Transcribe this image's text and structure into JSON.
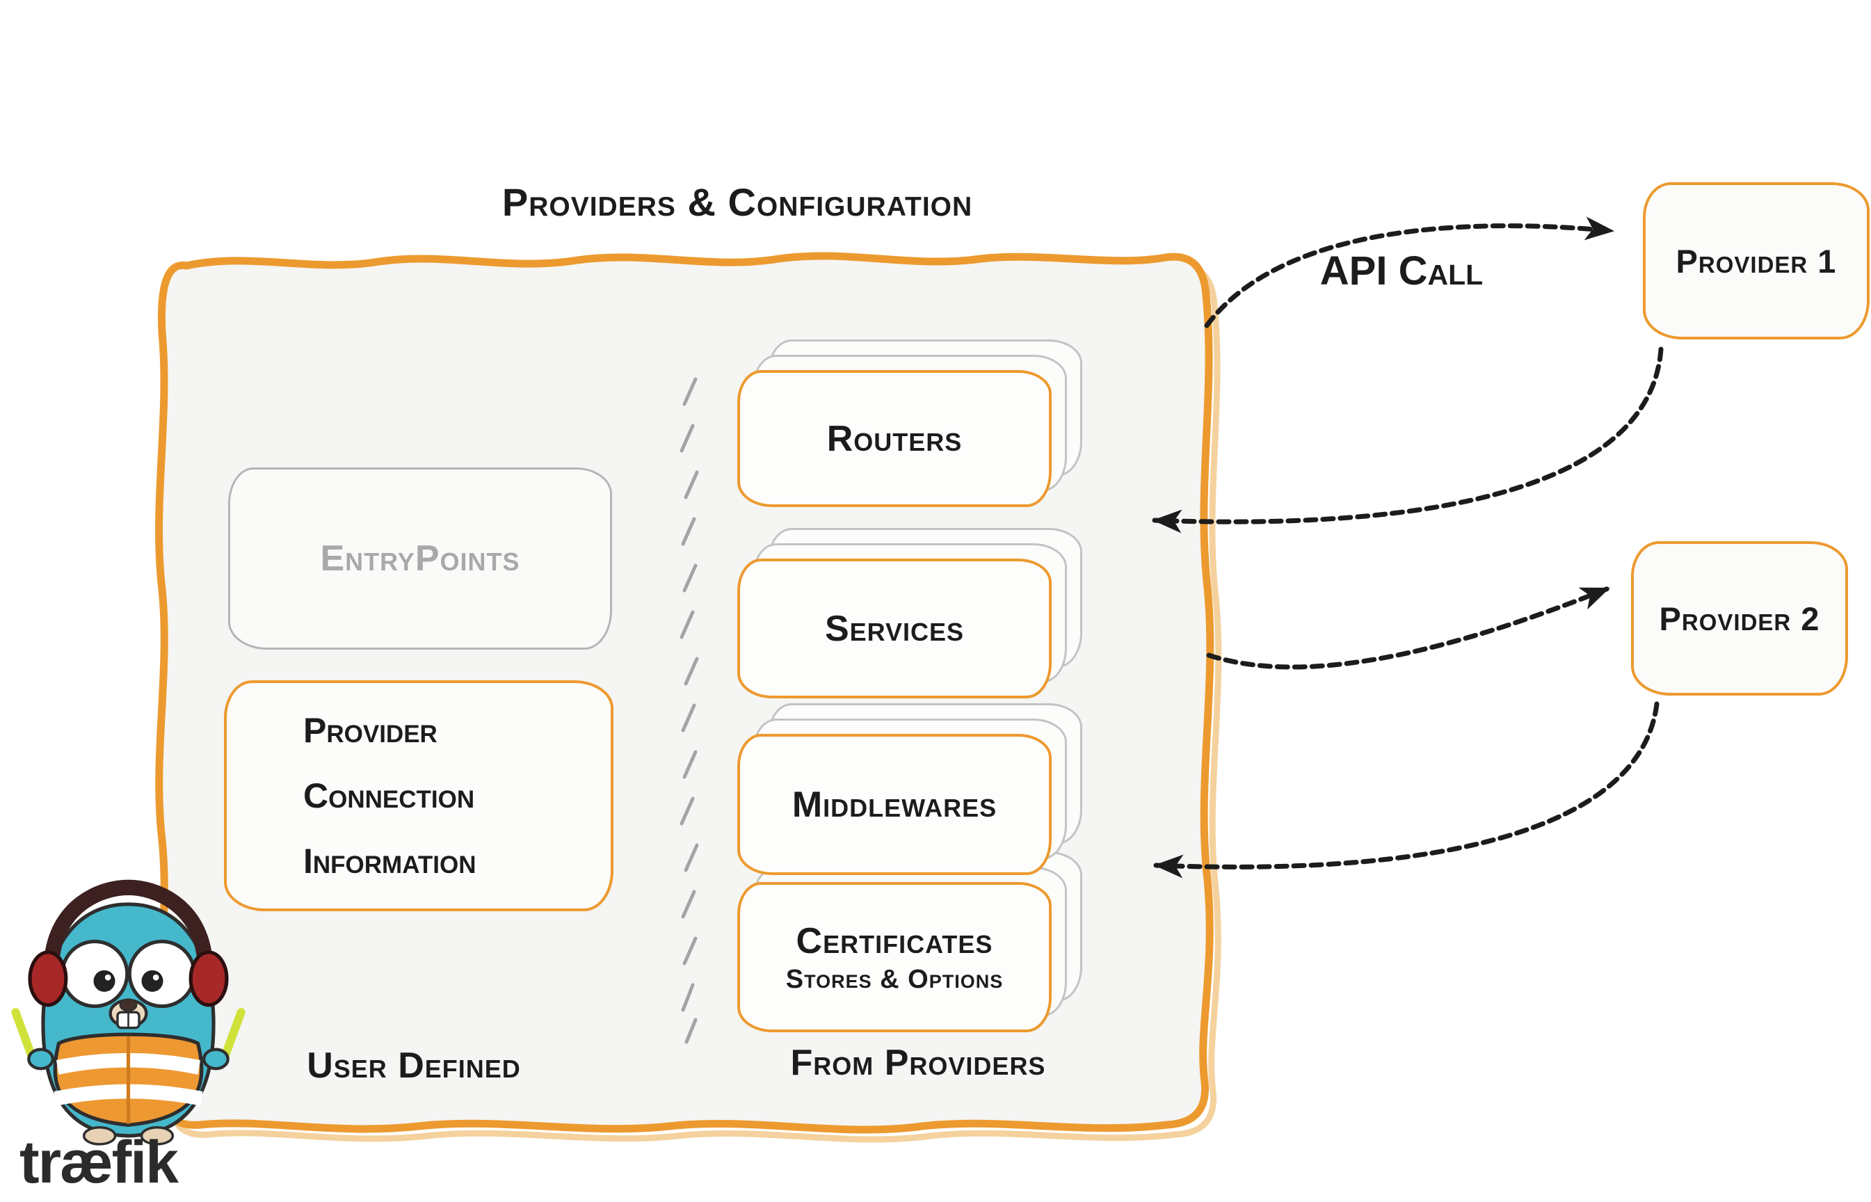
{
  "title": "Providers & Configuration",
  "api_call": "API Call",
  "user_defined": {
    "entrypoints": "EntryPoints",
    "provider_connection_lines": [
      "Provider",
      "Connection",
      "Information"
    ],
    "caption": "User Defined"
  },
  "from_providers": {
    "caption": "From Providers",
    "cards": [
      {
        "label": "Routers"
      },
      {
        "label": "Services"
      },
      {
        "label": "Middlewares"
      },
      {
        "label": "Certificates",
        "sublabel": "Stores & Options"
      }
    ]
  },
  "providers": [
    {
      "label": "Provider 1"
    },
    {
      "label": "Provider 2"
    }
  ],
  "logo": {
    "wordmark": "træfik"
  },
  "colors": {
    "orange": "#EC9A2F",
    "panel": "#f5f5f3",
    "ink": "#1c1c1c",
    "muted_gray": "#a9a9a9",
    "teal": "#45b8cc",
    "vest_orange": "#EE9832",
    "glowstick": "#cfe23a"
  }
}
